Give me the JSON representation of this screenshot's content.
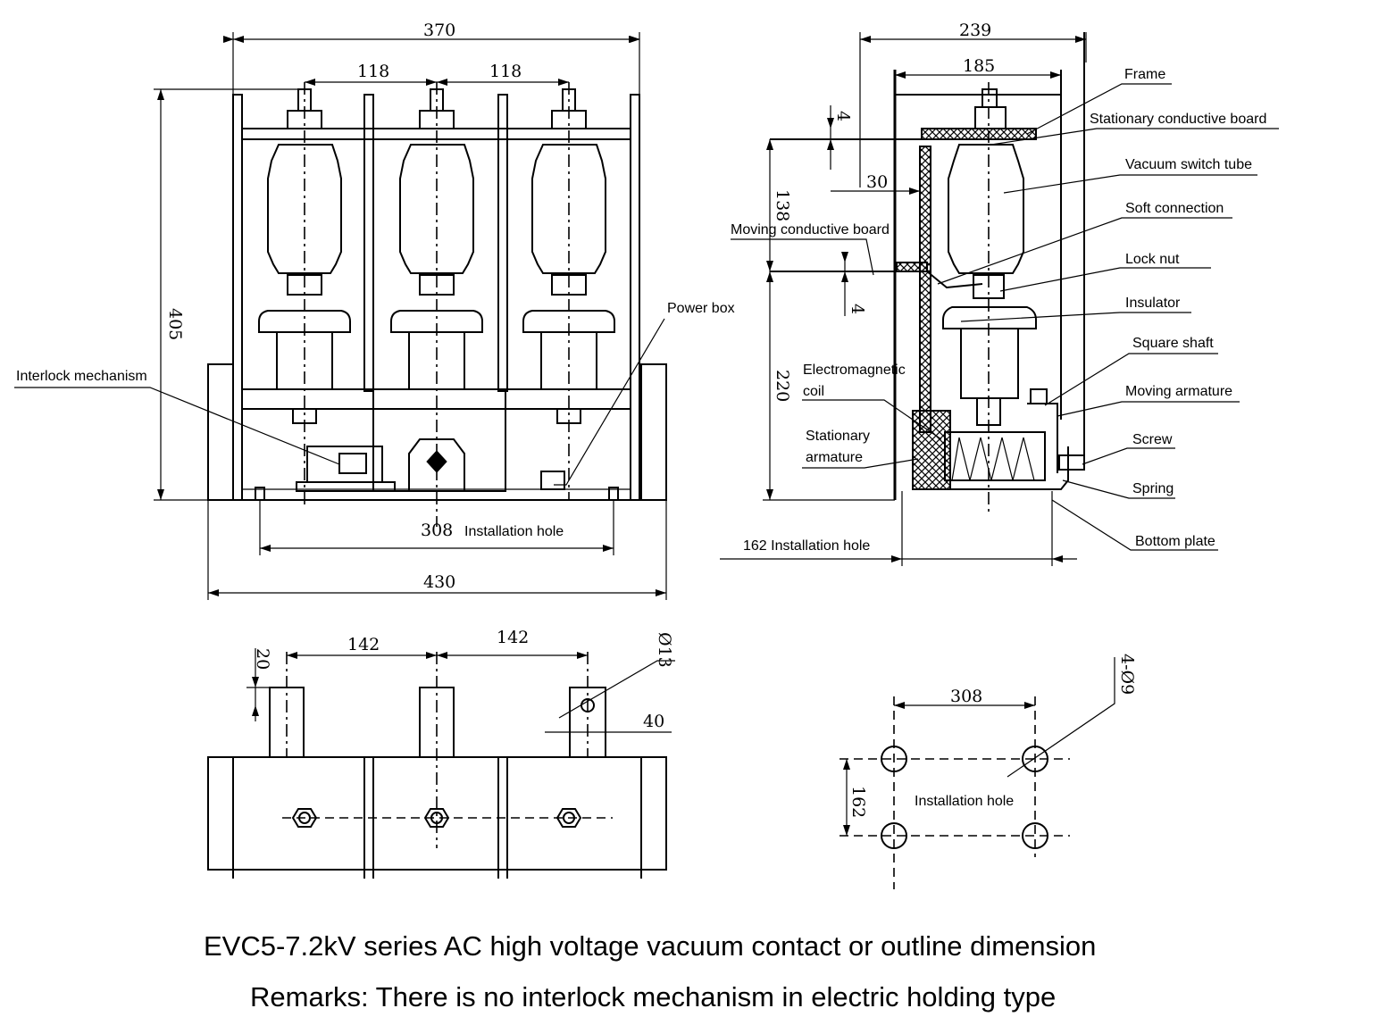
{
  "front_view": {
    "dims": {
      "overall_width": "370",
      "pole_spacing_left": "118",
      "pole_spacing_right": "118",
      "overall_height": "405",
      "installation_hole_spacing": "308",
      "base_width": "430"
    },
    "labels": {
      "installation_hole": "Installation hole",
      "power_box": "Power box",
      "interlock_mechanism": "Interlock mechanism"
    }
  },
  "side_view": {
    "dims": {
      "overall_depth": "239",
      "frame_width": "185",
      "board_thickness_top": "4",
      "offset": "30",
      "upper_height": "138",
      "board_thickness_mid": "4",
      "lower_height": "220",
      "installation_hole": "162 Installation hole"
    },
    "labels": {
      "frame": "Frame",
      "stationary_conductive_board": "Stationary conductive board",
      "vacuum_switch_tube": "Vacuum switch tube",
      "soft_connection": "Soft connection",
      "lock_nut": "Lock nut",
      "insulator": "Insulator",
      "square_shaft": "Square shaft",
      "moving_armature": "Moving armature",
      "screw": "Screw",
      "spring": "Spring",
      "bottom_plate": "Bottom plate",
      "moving_conductive_board": "Moving conductive board",
      "electromagnetic_coil_1": "Electromagnetic",
      "electromagnetic_coil_2": "coil",
      "stationary_armature_1": "Stationary",
      "stationary_armature_2": "armature"
    }
  },
  "top_view": {
    "dims": {
      "terminal_height": "20",
      "spacing_left": "142",
      "spacing_right": "142",
      "hole_diameter": "Ø13",
      "terminal_width": "40"
    }
  },
  "hole_view": {
    "dims": {
      "hole_spacing_x": "308",
      "hole_spacing_y": "162",
      "hole_spec": "4-Ø9"
    },
    "labels": {
      "installation_hole": "Installation hole"
    }
  },
  "caption": {
    "title": "EVC5-7.2kV series AC high voltage vacuum contact or outline dimension",
    "remarks": "Remarks: There is no interlock mechanism in electric holding type"
  }
}
